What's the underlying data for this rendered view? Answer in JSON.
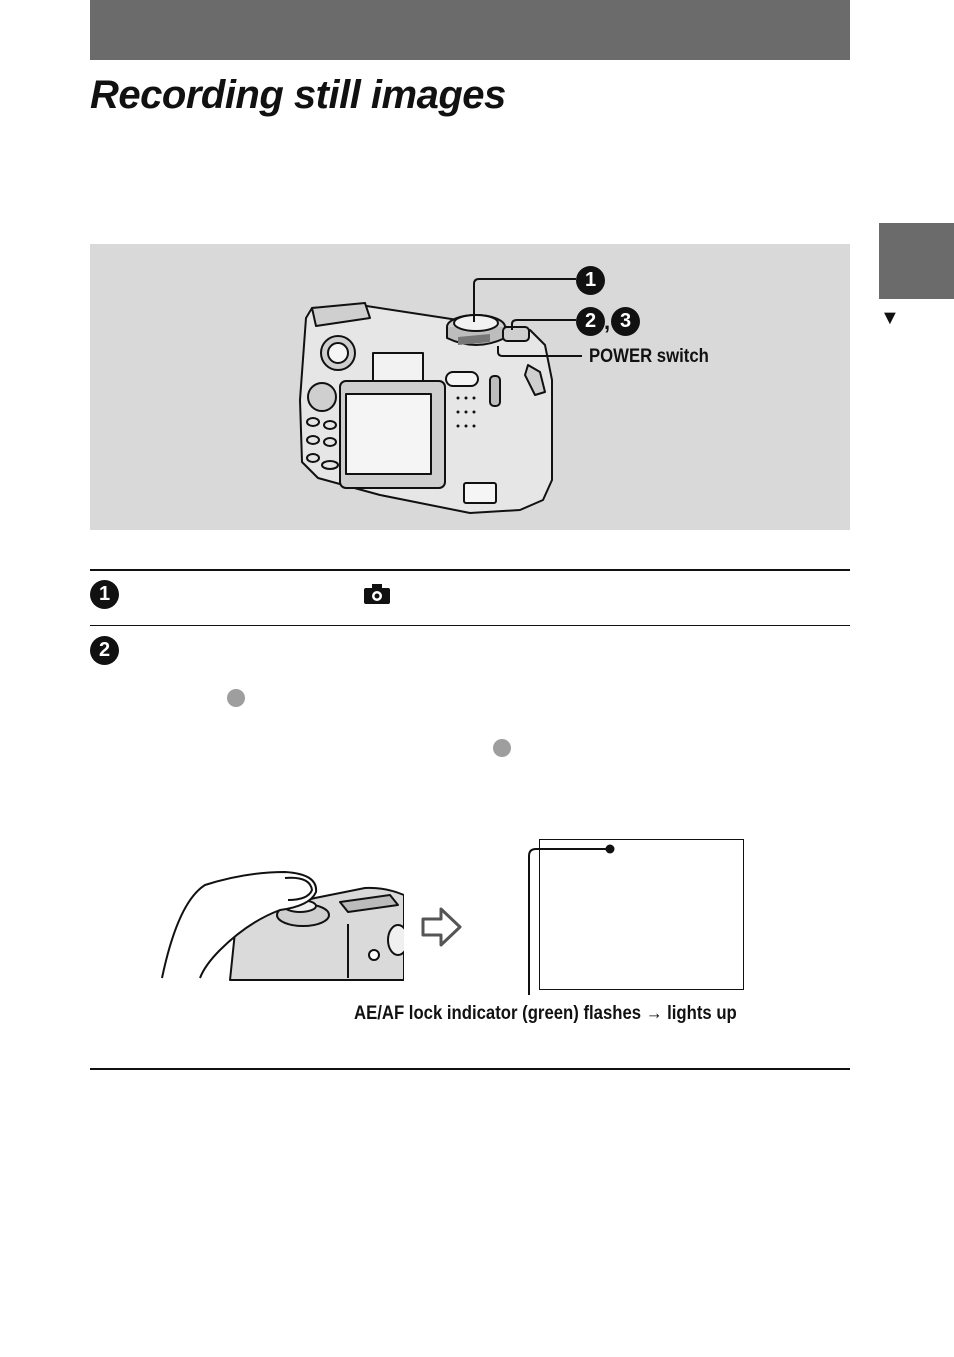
{
  "header": {
    "title": "Recording still images"
  },
  "side_tab": {
    "arrow": "▼"
  },
  "figure": {
    "callouts": {
      "one": "1",
      "two": "2",
      "three": "3",
      "separator": ",",
      "power": "POWER switch"
    }
  },
  "steps": [
    {
      "number": "1",
      "icon": "camera-icon"
    },
    {
      "number": "2"
    }
  ],
  "illustration": {
    "ae_af_label": "AE/AF lock indicator (green) flashes → lights up"
  },
  "colors": {
    "header_bar": "#6b6b6b",
    "figure_panel": "#d9d9d9",
    "side_tab": "#6b6b6b",
    "marker_dot": "#9e9e9e"
  }
}
